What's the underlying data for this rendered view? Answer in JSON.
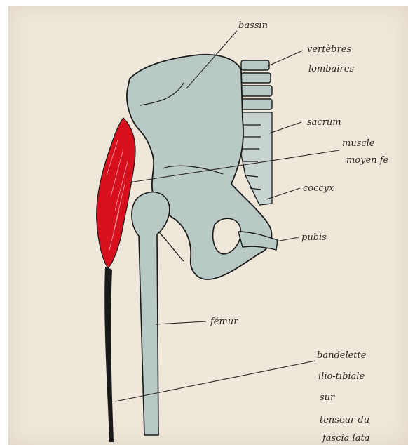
{
  "labels": {
    "bassin": "bassin",
    "vertebres_line1": "vertèbres",
    "vertebres_line2": "lombaires",
    "sacrum": "sacrum",
    "muscle_line1": "muscle",
    "muscle_line2": "moyen fe",
    "coccyx": "coccyx",
    "pubis": "pubis",
    "femur": "fémur",
    "bandelette_line1": "bandelette",
    "bandelette_line2": "ilio-tibiale",
    "bandelette_line3": "sur",
    "bandelette_line4": "tenseur du",
    "bandelette_line5": "fascia lata"
  },
  "colors": {
    "paper": "#efe7da",
    "bone": "#b9c9c6",
    "muscle": "#d8101e",
    "ink": "#1a1a1a"
  }
}
